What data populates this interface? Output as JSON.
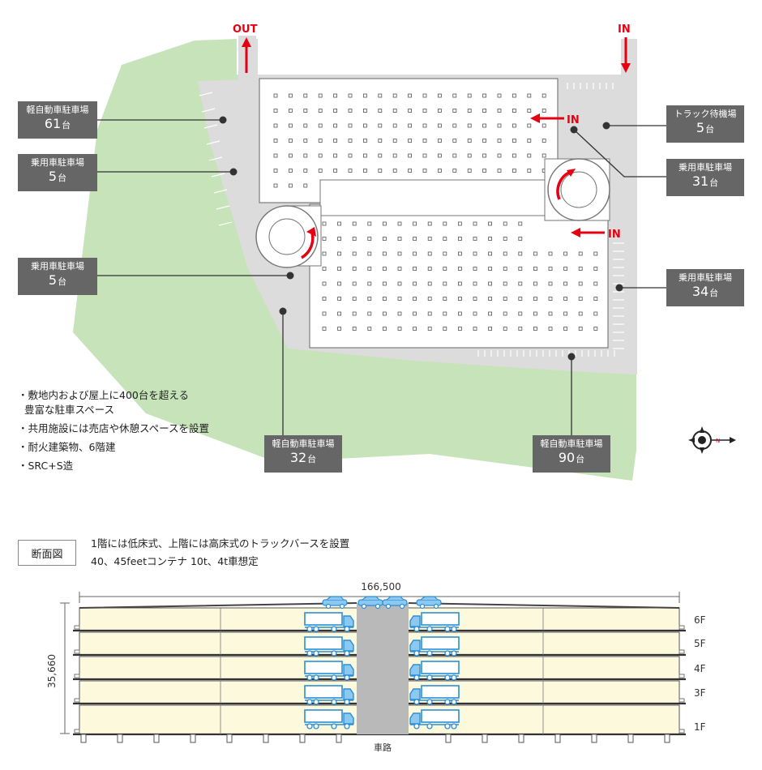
{
  "plan": {
    "arrows": {
      "out": "OUT",
      "in_top": "IN",
      "in_mid": "IN",
      "in_low": "IN"
    },
    "callouts": [
      {
        "title": "軽自動車駐車場",
        "count": "61",
        "unit": "台"
      },
      {
        "title": "乗用車駐車場",
        "count": "5",
        "unit": "台"
      },
      {
        "title": "乗用車駐車場",
        "count": "5",
        "unit": "台"
      },
      {
        "title": "トラック待機場",
        "count": "5",
        "unit": "台"
      },
      {
        "title": "乗用車駐車場",
        "count": "31",
        "unit": "台"
      },
      {
        "title": "乗用車駐車場",
        "count": "34",
        "unit": "台"
      },
      {
        "title": "軽自動車駐車場",
        "count": "32",
        "unit": "台"
      },
      {
        "title": "軽自動車駐車場",
        "count": "90",
        "unit": "台"
      }
    ],
    "notes": [
      "・敷地内および屋上に400台を超える",
      "  豊富な駐車スペース",
      "・共用施設には売店や休憩スペースを設置",
      "・耐火建築物、6階建",
      "・SRC+S造"
    ],
    "compass_letter": "N"
  },
  "section": {
    "badge": "断面図",
    "desc": [
      "1階には低床式、上階には高床式のトラックバースを設置",
      "40、45feetコンテナ  10t、4t車想定"
    ],
    "width_dim": "166,500",
    "height_dim": "35,660",
    "floors": [
      "6F",
      "5F",
      "4F",
      "3F",
      "1F"
    ],
    "road_label": "車路"
  },
  "colors": {
    "green": "#c6e3b9",
    "pavement": "#dcdcdc",
    "red": "#e60012",
    "floor": "#fdf9dd",
    "blue": "#2a8fd8",
    "callout": "#666666"
  }
}
